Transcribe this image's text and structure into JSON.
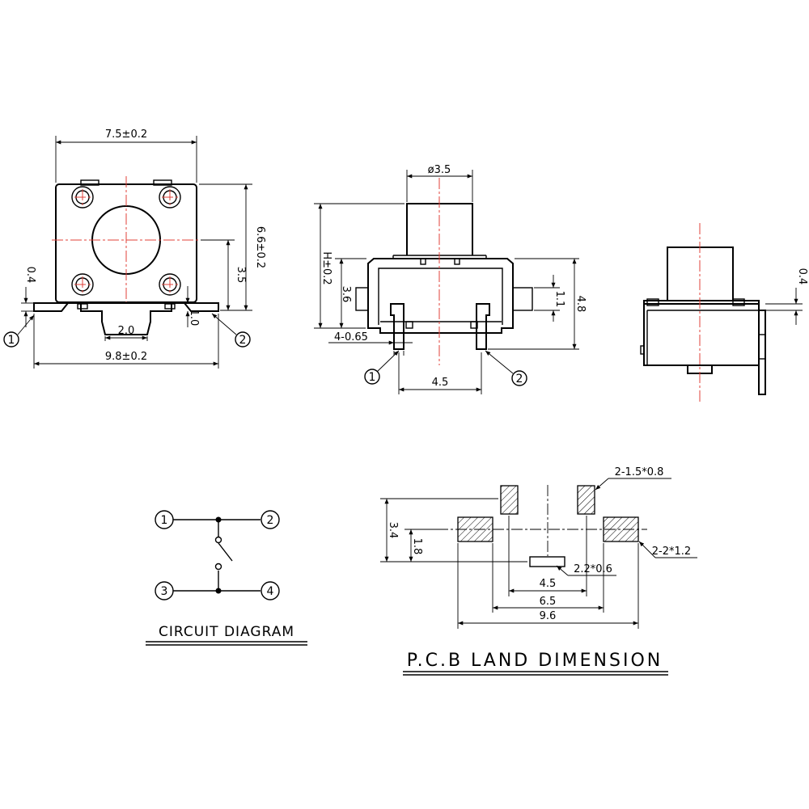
{
  "top_view": {
    "width_dim": "7.5±0.2",
    "height_dim": "6.6±0.2",
    "center_dim": "3.5",
    "lead_thickness_dim": "0.4",
    "standoff_dim": "1.0",
    "gap_dim": "2.0",
    "overall_width_dim": "9.8±0.2",
    "pin_left": "1",
    "pin_right": "2"
  },
  "front_view": {
    "stem_diameter_dim": "ø3.5",
    "height_dim": "H±0.2",
    "stem_height_dim": "3.6",
    "lead_width_dim": "4-0.65",
    "tab_dim": "1.1",
    "body_height_dim": "4.8",
    "pitch_dim": "4.5",
    "pin_left": "1",
    "pin_right": "2"
  },
  "side_view": {
    "lead_thickness_dim": "0.4"
  },
  "circuit_diagram": {
    "title": "CIRCUIT DIAGRAM",
    "pins": [
      "1",
      "2",
      "3",
      "4"
    ]
  },
  "pcb_land": {
    "title": "P.C.B LAND DIMENSION",
    "small_pad_dim": "2-1.5*0.8",
    "large_pad_dim": "2-2*1.2",
    "center_pad_dim": "2.2*0.6",
    "height_dim": "3.4",
    "offset_dim": "1.8",
    "inner_span_dim": "4.5",
    "mid_span_dim": "6.5",
    "outer_span_dim": "9.6"
  },
  "colors": {
    "line": "#000000",
    "centerline": "#e0403a",
    "background": "#ffffff"
  }
}
